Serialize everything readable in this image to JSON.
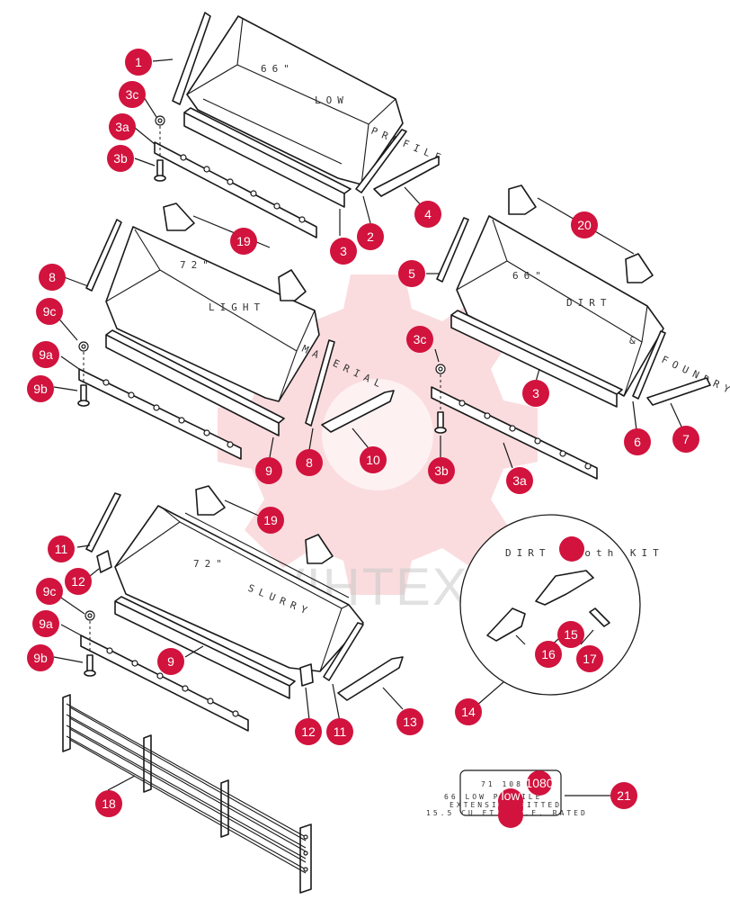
{
  "bucket_labels": {
    "low_profile_a": "66\"",
    "low_profile_b": "LOW",
    "low_profile_c": "PROFILE",
    "light_material_a": "72\"",
    "light_material_b": "LIGHT",
    "light_material_c": "MATERIAL",
    "dirt_foundry_a": "66\"",
    "dirt_foundry_b": "DIRT",
    "dirt_foundry_c": "&",
    "dirt_foundry_d": "FOUNDRY",
    "slurry_a": "72\"",
    "slurry_b": "SLURRY"
  },
  "tooth_kit_label": "DIRT tooth KIT",
  "data_plate": {
    "number": "71 108 006",
    "line1": "66 LOW PROFILE",
    "line2": "EXTENSION FITTED",
    "line3": "15.5 CU FT S.A.E. RATED",
    "overlay_number": "1080",
    "overlay_word": "low"
  },
  "watermark": {
    "text": "VIHTEX",
    "color": "#f29aa2"
  },
  "callouts": {
    "c1": "1",
    "c2": "2",
    "c3a_top": "3",
    "c3_mid": "3",
    "c3a": "3a",
    "c3b": "3b",
    "c3c": "3c",
    "c3a_r": "3a",
    "c3b_r": "3b",
    "c3c_r": "3c",
    "c4": "4",
    "c5": "5",
    "c6": "6",
    "c7": "7",
    "c8_left": "8",
    "c8_mid": "8",
    "c9_mid": "9",
    "c9_low": "9",
    "c9a": "9a",
    "c9b": "9b",
    "c9c": "9c",
    "c9a_low": "9a",
    "c9b_low": "9b",
    "c9c_low": "9c",
    "c10": "10",
    "c11_top": "11",
    "c11_low": "11",
    "c12_top": "12",
    "c12_low": "12",
    "c13": "13",
    "c14": "14",
    "c15": "15",
    "c16": "16",
    "c17": "17",
    "c18": "18",
    "c19_top": "19",
    "c19_low": "19",
    "c20": "20",
    "c21": "21"
  },
  "callout_color": "#d1133d"
}
